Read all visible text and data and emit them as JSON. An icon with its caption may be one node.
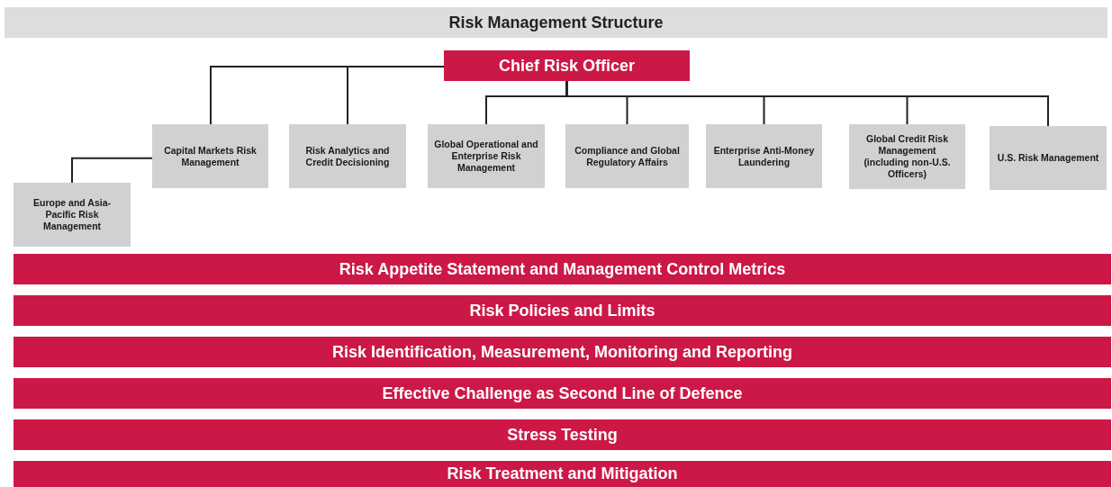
{
  "diagram": {
    "title": "Risk Management Structure",
    "nodes": [
      {
        "text": [
          "Chief Risk Officer"
        ]
      },
      {
        "text": [
          "Capital Markets Risk Management"
        ]
      },
      {
        "text": [
          "Risk Analytics and Credit Decisioning"
        ]
      },
      {
        "text": [
          "Global Operational and Enterprise Risk Management"
        ]
      },
      {
        "text": [
          "Compliance and Global Regulatory Affairs"
        ]
      },
      {
        "text": [
          "Enterprise Anti-Money Laundering"
        ]
      },
      {
        "text": [
          "Global Credit Risk Management (including non-U.S. Officers)"
        ]
      },
      {
        "text": [
          "U.S. Risk Management"
        ]
      },
      {
        "text": [
          "Europe and Asia-Pacific Risk Management"
        ]
      },
      {
        "text": [
          "Risk Appetite Statement and Management Control Metrics"
        ]
      },
      {
        "text": [
          "Risk Policies and Limits"
        ]
      },
      {
        "text": [
          "Risk Identification, Measurement, Monitoring and Reporting"
        ]
      },
      {
        "text": [
          "Effective Challenge as Second Line of Defence"
        ]
      },
      {
        "text": [
          "Stress Testing"
        ]
      },
      {
        "text": [
          "Risk Treatment and Mitigation"
        ]
      }
    ],
    "edges": [
      {
        "from": 0,
        "to": 1,
        "arrow": "none"
      },
      {
        "from": 0,
        "to": 2,
        "arrow": "none"
      },
      {
        "from": 0,
        "to": 3,
        "arrow": "none"
      },
      {
        "from": 0,
        "to": 4,
        "arrow": "none"
      },
      {
        "from": 0,
        "to": 5,
        "arrow": "none"
      },
      {
        "from": 0,
        "to": 6,
        "arrow": "none"
      },
      {
        "from": 0,
        "to": 7,
        "arrow": "none"
      },
      {
        "from": 1,
        "to": 8,
        "arrow": "none"
      }
    ]
  }
}
